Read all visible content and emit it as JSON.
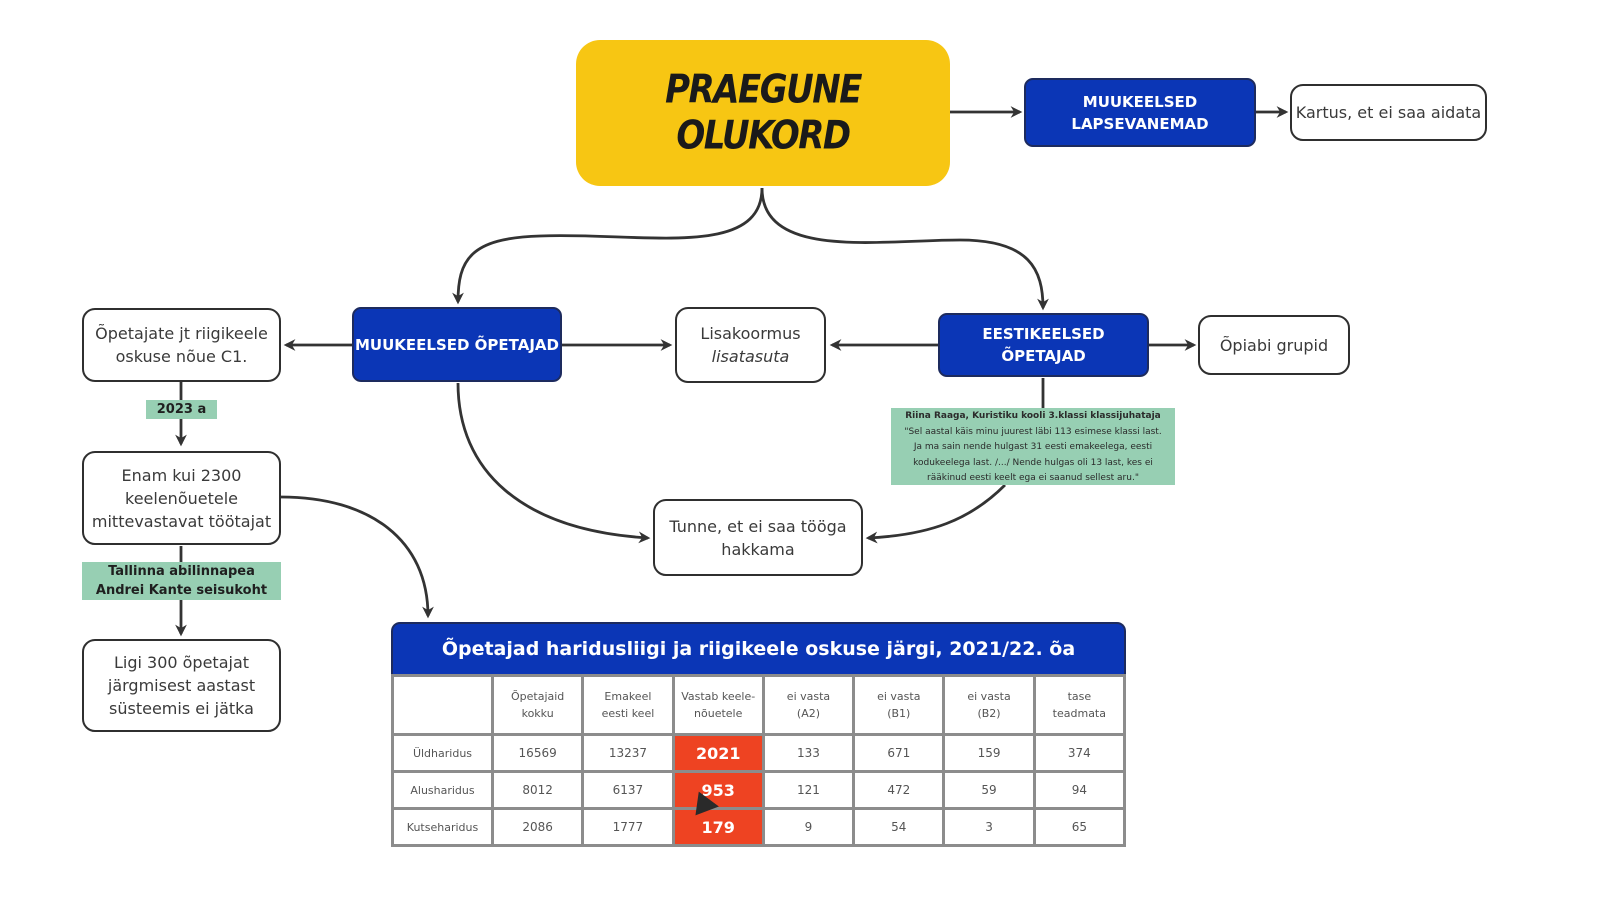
{
  "root": {
    "label": "PRAEGUNE OLUKORD",
    "color": "#f7c613"
  },
  "colors": {
    "primary_blue": "#0b36b6",
    "note_green": "#97cfb3",
    "highlight_red": "#ee4322",
    "connector": "#333333"
  },
  "branches": {
    "parents": {
      "label_line1": "MUUKEELSED",
      "label_line2": "LAPSEVANEMAD",
      "outcome": "Kartus, et ei saa aidata"
    },
    "foreign_teachers": {
      "label": "MUUKEELSED ÕPETAJAD",
      "requirement_line1": "Õpetajate jt riigikeele",
      "requirement_line2": "oskuse nõue C1.",
      "year_tag": "2023 a",
      "count_line1": "Enam kui 2300",
      "count_line2": "keelenõuetele",
      "count_line3": "mittevastavat töötajat",
      "statement_tag_line1": "Tallinna abilinnapea",
      "statement_tag_line2": "Andrei Kante seisukoht",
      "leaving_line1": "Ligi 300 õpetajat",
      "leaving_line2": "järgmisest aastast",
      "leaving_line3": "süsteemis ei jätka"
    },
    "workload": {
      "line1": "Lisakoormus",
      "line2": "lisatasuta"
    },
    "estonian_teachers": {
      "label": "EESTIKEELSED ÕPETAJAD",
      "outcome": "Õpiabi grupid",
      "quote_author": "Riina Raaga, Kuristiku kooli 3.klassi klassijuhataja",
      "quote_line1": "\"Sel aastal käis minu juurest läbi 113 esimese klassi last.",
      "quote_line2": "Ja ma sain nende hulgast 31 eesti emakeelega, eesti",
      "quote_line3": "kodukeelega last. /.../ Nende hulgas oli 13 last, kes ei",
      "quote_line4": "rääkinud eesti keelt ega ei saanud sellest aru.\""
    },
    "feeling": {
      "line1": "Tunne, et ei saa tööga",
      "line2": "hakkama"
    }
  },
  "table": {
    "title": "Õpetajad haridusliigi ja riigikeele oskuse järgi, 2021/22. õa",
    "headers": [
      {
        "line1": "",
        "line2": ""
      },
      {
        "line1": "Õpetajaid",
        "line2": "kokku"
      },
      {
        "line1": "Emakeel",
        "line2": "eesti keel"
      },
      {
        "line1": "Vastab keele-",
        "line2": "nõuetele"
      },
      {
        "line1": "ei vasta",
        "line2": "(A2)"
      },
      {
        "line1": "ei vasta",
        "line2": "(B1)"
      },
      {
        "line1": "ei vasta",
        "line2": "(B2)"
      },
      {
        "line1": "tase",
        "line2": "teadmata"
      }
    ],
    "rows": [
      {
        "cells": [
          "Üldharidus",
          "16569",
          "13237",
          "2021",
          "133",
          "671",
          "159",
          "374"
        ]
      },
      {
        "cells": [
          "Alusharidus",
          "8012",
          "6137",
          "953",
          "121",
          "472",
          "59",
          "94"
        ]
      },
      {
        "cells": [
          "Kutseharidus",
          "2086",
          "1777",
          "179",
          "9",
          "54",
          "3",
          "65"
        ]
      }
    ],
    "highlighted_column": "Vastab keele-nõuetele"
  }
}
